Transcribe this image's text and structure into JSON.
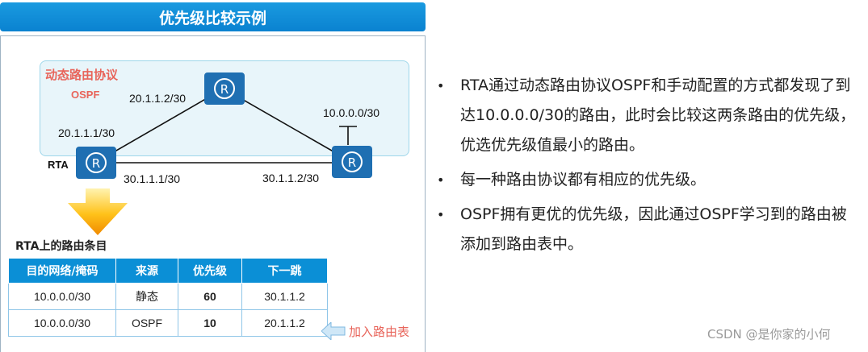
{
  "title": "优先级比较示例",
  "domain": {
    "title": "动态路由协议",
    "protocol": "OSPF"
  },
  "topology": {
    "router_top_ip": "20.1.1.2/30",
    "rta_top_ip": "20.1.1.1/30",
    "rta_label": "RTA",
    "rta_bottom_ip": "30.1.1.1/30",
    "right_bottom_ip": "30.1.1.2/30",
    "dest_network": "10.0.0.0/30",
    "router_glyph": "R"
  },
  "route_table": {
    "title": "RTA上的路由条目",
    "headers": [
      "目的网络/掩码",
      "来源",
      "优先级",
      "下一跳"
    ],
    "rows": [
      [
        "10.0.0.0/30",
        "静态",
        "60",
        "30.1.1.2"
      ],
      [
        "10.0.0.0/30",
        "OSPF",
        "10",
        "20.1.1.2"
      ]
    ],
    "added_label": "加入路由表"
  },
  "bullets": [
    "RTA通过动态路由协议OSPF和手动配置的方式都发现了到达10.0.0.0/30的路由，此时会比较这两条路由的优先级，优选优先级值最小的路由。",
    "每一种路由协议都有相应的优先级。",
    "OSPF拥有更优的优先级，因此通过OSPF学习到的路由被添加到路由表中。"
  ],
  "bullet_symbol": "•",
  "watermark": "CSDN @是你家的小何",
  "colors": {
    "title_bar": "#0a82d0",
    "router": "#1f6fb2",
    "accent_red": "#e8645a",
    "table_header": "#0b8fd6"
  },
  "icons": {
    "router": "router-icon",
    "down_arrow": "yellow-down-arrow-icon",
    "left_arrow": "blue-left-arrow-icon"
  }
}
